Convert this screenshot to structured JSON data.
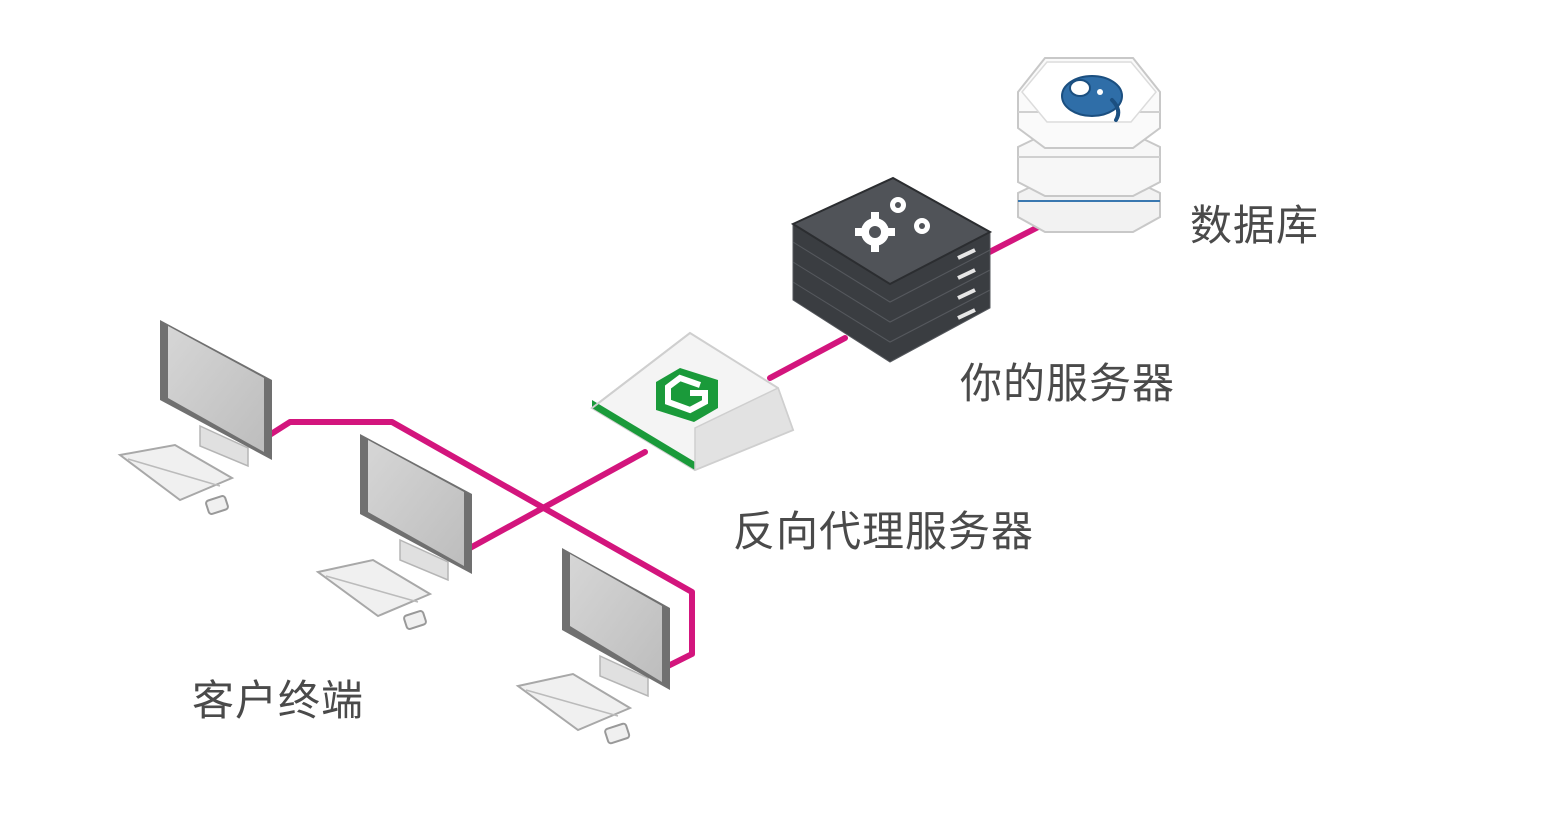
{
  "labels": {
    "database": "数据库",
    "your_server": "你的服务器",
    "reverse_proxy": "反向代理服务器",
    "client_terminal": "客户终端"
  },
  "colors": {
    "connection": "#d3157d",
    "proxy_accent": "#1a9a3a",
    "server_body": "#3a3d41",
    "db_accent": "#3a78b0",
    "label_text": "#4a4a4a"
  },
  "icons": {
    "database": "postgresql-elephant-icon",
    "server": "gears-icon",
    "proxy": "g-shield-icon",
    "client": "desktop-computer-icon"
  }
}
